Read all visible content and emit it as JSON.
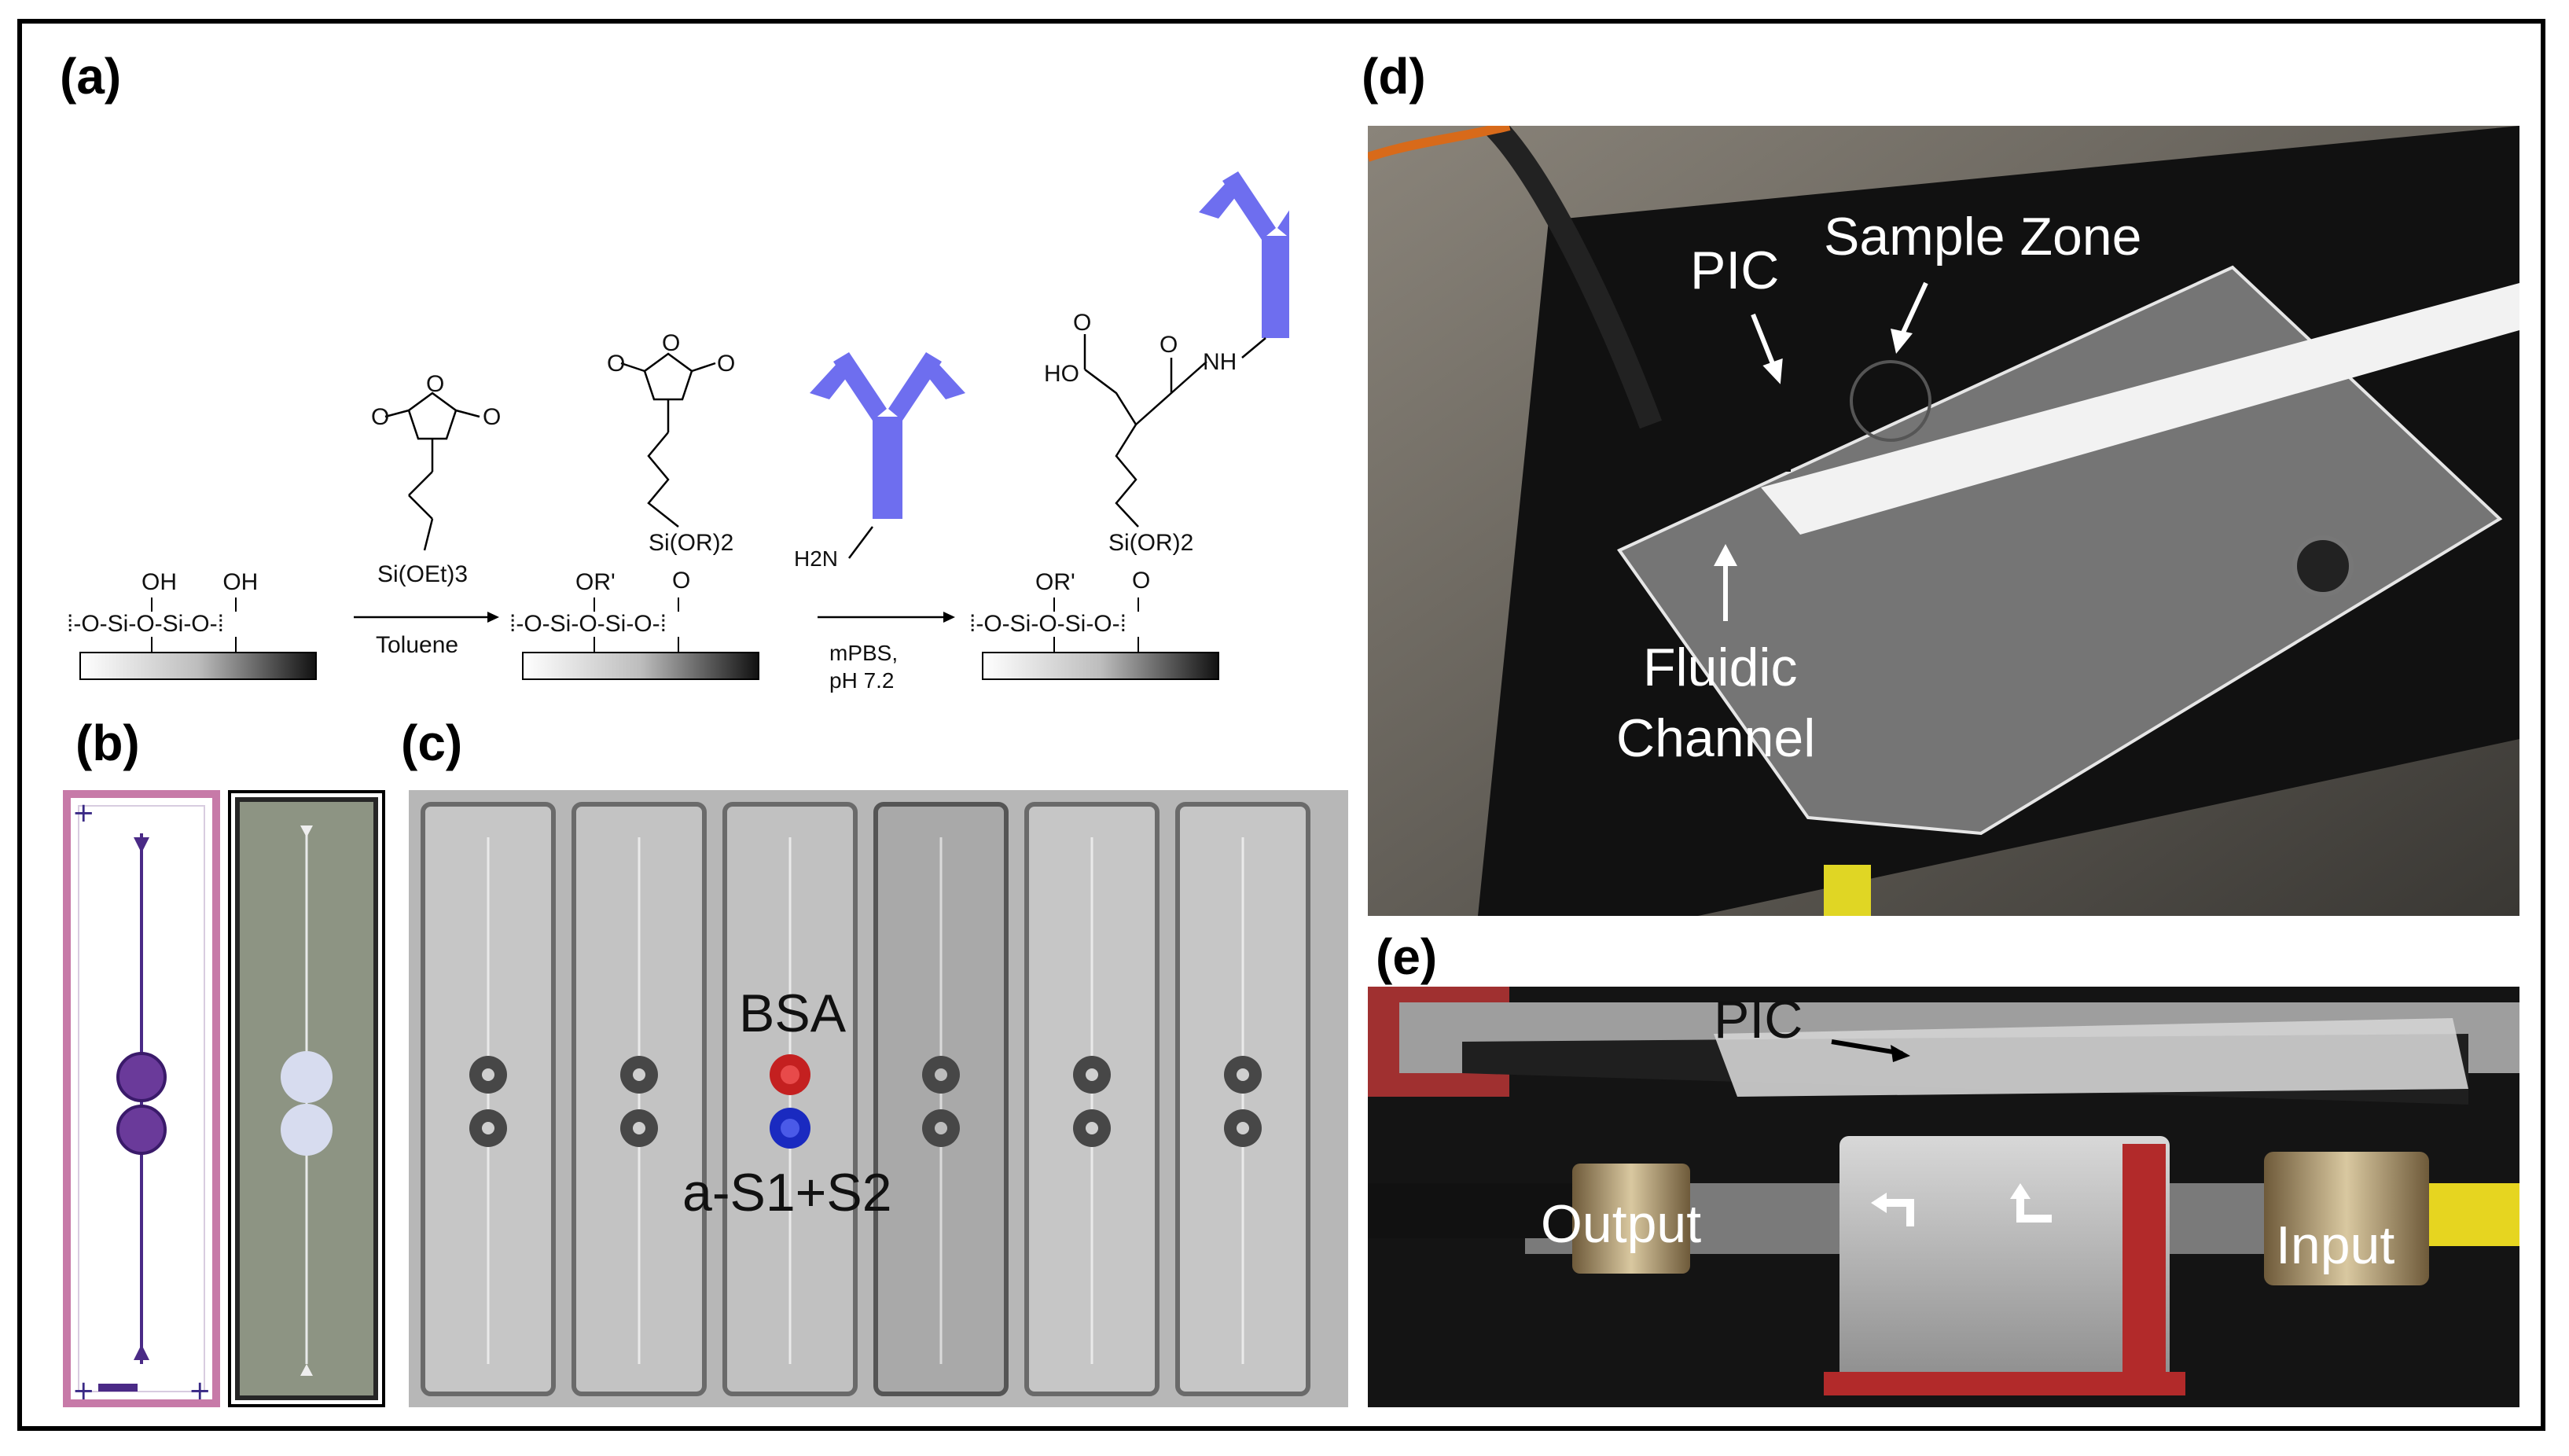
{
  "panels": {
    "a": {
      "label": "(a)",
      "surface_left": "OH OH",
      "reagent_1": "Si(OEt)3",
      "solvent": "Toluene",
      "r_group_2": "OR'",
      "silane_2": "Si(OR)2",
      "amine": "H2N",
      "buffer_line1": "mPBS,",
      "buffer_line2": "pH 7.2",
      "acid_group": "HO",
      "amide_group": "NH",
      "r_group_3": "OR'",
      "silane_3": "Si(OR)2",
      "antibody_color": "#6e6eef"
    },
    "b": {
      "label": "(b)"
    },
    "c": {
      "label": "(c)",
      "bsa_label": "BSA",
      "spike_label": "a-S1+S2",
      "bsa_color": "#d42020",
      "spike_color": "#1e2fd4"
    },
    "d": {
      "label": "(d)",
      "pic_label": "PIC",
      "sample_zone_label": "Sample Zone",
      "fluidic_line1": "Fluidic",
      "fluidic_line2": "Channel"
    },
    "e": {
      "label": "(e)",
      "pic_label": "PIC",
      "output_label": "Output",
      "input_label": "Input"
    }
  }
}
